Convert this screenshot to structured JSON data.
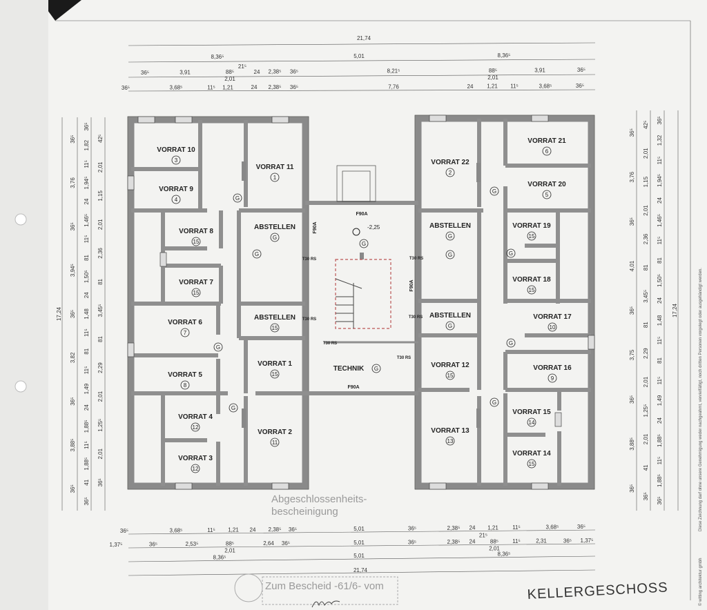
{
  "drawing": {
    "title": "KELLERGESCHOSS",
    "copyright": "© witting architektur gmbh",
    "notice": "Diese Zeichnung darf ohne unsere Genehmigung weder nachgeahmt, vervielfältigt, noch dritten Personen vorgelegt oder ausgehändigt werden."
  },
  "stamp": {
    "line1": "Abgeschlossenheits-",
    "line2": "bescheinigung",
    "line3": "Zum Bescheid -61/6- vom"
  },
  "rooms": [
    {
      "name": "VORRAT 10",
      "number": "3"
    },
    {
      "name": "VORRAT 9",
      "number": "4"
    },
    {
      "name": "VORRAT 11",
      "number": "1"
    },
    {
      "name": "VORRAT 8",
      "number": "15"
    },
    {
      "name": "ABSTELLEN",
      "number": "G"
    },
    {
      "name": "VORRAT 7",
      "number": "15"
    },
    {
      "name": "ABSTELLEN",
      "number": "15"
    },
    {
      "name": "VORRAT 6",
      "number": "7"
    },
    {
      "name": "VORRAT 5",
      "number": "8"
    },
    {
      "name": "VORRAT 1",
      "number": "15"
    },
    {
      "name": "VORRAT 4",
      "number": "12"
    },
    {
      "name": "VORRAT 2",
      "number": "11"
    },
    {
      "name": "VORRAT 3",
      "number": "12"
    },
    {
      "name": "VORRAT 22",
      "number": "2"
    },
    {
      "name": "VORRAT 21",
      "number": "6"
    },
    {
      "name": "VORRAT 20",
      "number": "5"
    },
    {
      "name": "ABSTELLEN",
      "number": "G"
    },
    {
      "name": "VORRAT 19",
      "number": "15"
    },
    {
      "name": "VORRAT 18",
      "number": "15"
    },
    {
      "name": "ABSTELLEN",
      "number": "G"
    },
    {
      "name": "VORRAT 17",
      "number": "10"
    },
    {
      "name": "VORRAT 16",
      "number": "9"
    },
    {
      "name": "VORRAT 12",
      "number": "15"
    },
    {
      "name": "VORRAT 13",
      "number": "13"
    },
    {
      "name": "VORRAT 15",
      "number": "14"
    },
    {
      "name": "VORRAT 14",
      "number": "15"
    },
    {
      "name": "TECHNIK",
      "number": "G"
    }
  ],
  "corridor_markers": [
    "G",
    "G",
    "G",
    "G",
    "G",
    "G",
    "G",
    "G",
    "G",
    "G"
  ],
  "annotations": {
    "fire_walls": [
      "F90A",
      "F90A",
      "F90A",
      "F90A"
    ],
    "doors": [
      "T30 RS",
      "T30 RS",
      "T30 RS",
      "T30 RS",
      "T30 RS",
      "T30 RS"
    ],
    "level": "-2,25",
    "level_marker": "G"
  },
  "dimensions": {
    "top": [
      [
        "21,74"
      ],
      [
        "8,36⁵",
        "5,01",
        "8,36⁵"
      ],
      [
        "36⁵",
        "3,91",
        "88⁵",
        "2,01",
        "21⁵",
        "24",
        "2,38⁵",
        "36⁵",
        "8,21⁵",
        "88⁵",
        "2,01",
        "3,91",
        "36⁵"
      ],
      [
        "36⁵",
        "3,68⁵",
        "11⁵",
        "1,21",
        "24",
        "2,38⁵",
        "36⁵",
        "7,76",
        "24",
        "1,21",
        "11⁵",
        "3,68⁵",
        "36⁵"
      ]
    ],
    "bottom": [
      [
        "36⁵",
        "3,68⁵",
        "11⁵",
        "1,21",
        "24",
        "2,38⁵",
        "36⁵",
        "5,01",
        "36⁵",
        "2,38⁵",
        "24",
        "1,21",
        "11⁵",
        "3,68⁵",
        "36⁵"
      ],
      [
        "1,37⁵",
        "36⁵",
        "2,53⁵",
        "88⁵",
        "2,01",
        "2,64",
        "36⁵",
        "5,01",
        "36⁵",
        "2,38⁵",
        "24",
        "21⁵",
        "88⁵",
        "2,01",
        "11⁵",
        "2,31",
        "36⁵",
        "1,37⁵"
      ],
      [
        "8,36⁵",
        "5,01",
        "8,36⁵"
      ],
      [
        "21,74"
      ]
    ],
    "left": [
      [
        "17,24"
      ],
      [
        "36⁵",
        "3,76",
        "36⁵",
        "3,94⁵",
        "36⁵",
        "3,82",
        "36⁵",
        "3,88⁵",
        "36⁵"
      ],
      [
        "36⁵",
        "1,82",
        "11⁵",
        "1,94⁵",
        "24",
        "1,46⁵",
        "11⁵",
        "81",
        "1,50⁵",
        "24",
        "1,48",
        "11⁵",
        "81",
        "11⁵",
        "1,49",
        "24",
        "1,88⁵",
        "11⁵",
        "1,88⁵",
        "41",
        "36⁵"
      ],
      [
        "42⁵",
        "2,01",
        "1,15",
        "2,01",
        "2,36",
        "81",
        "3,45⁵",
        "81",
        "2,29",
        "2,01",
        "1,25⁵",
        "2,01",
        "36⁵"
      ]
    ],
    "right": [
      [
        "36⁵",
        "3,76",
        "36⁵",
        "4,01",
        "36⁵",
        "3,75",
        "36⁵",
        "3,88⁵",
        "36⁵"
      ],
      [
        "42⁵",
        "2,01",
        "1,15",
        "2,01",
        "2,36",
        "81",
        "3,45⁵",
        "81",
        "2,29",
        "2,01",
        "1,25⁵",
        "2,01",
        "41",
        "36⁵"
      ],
      [
        "36⁵",
        "1,32",
        "11⁵",
        "1,94⁵",
        "24",
        "1,46⁵",
        "11⁵",
        "81",
        "1,50⁵",
        "24",
        "1,48",
        "11⁵",
        "81",
        "11⁵",
        "1,49",
        "24",
        "1,88⁵",
        "11⁵",
        "1,88⁵",
        "36⁵"
      ],
      [
        "17,24"
      ]
    ]
  }
}
